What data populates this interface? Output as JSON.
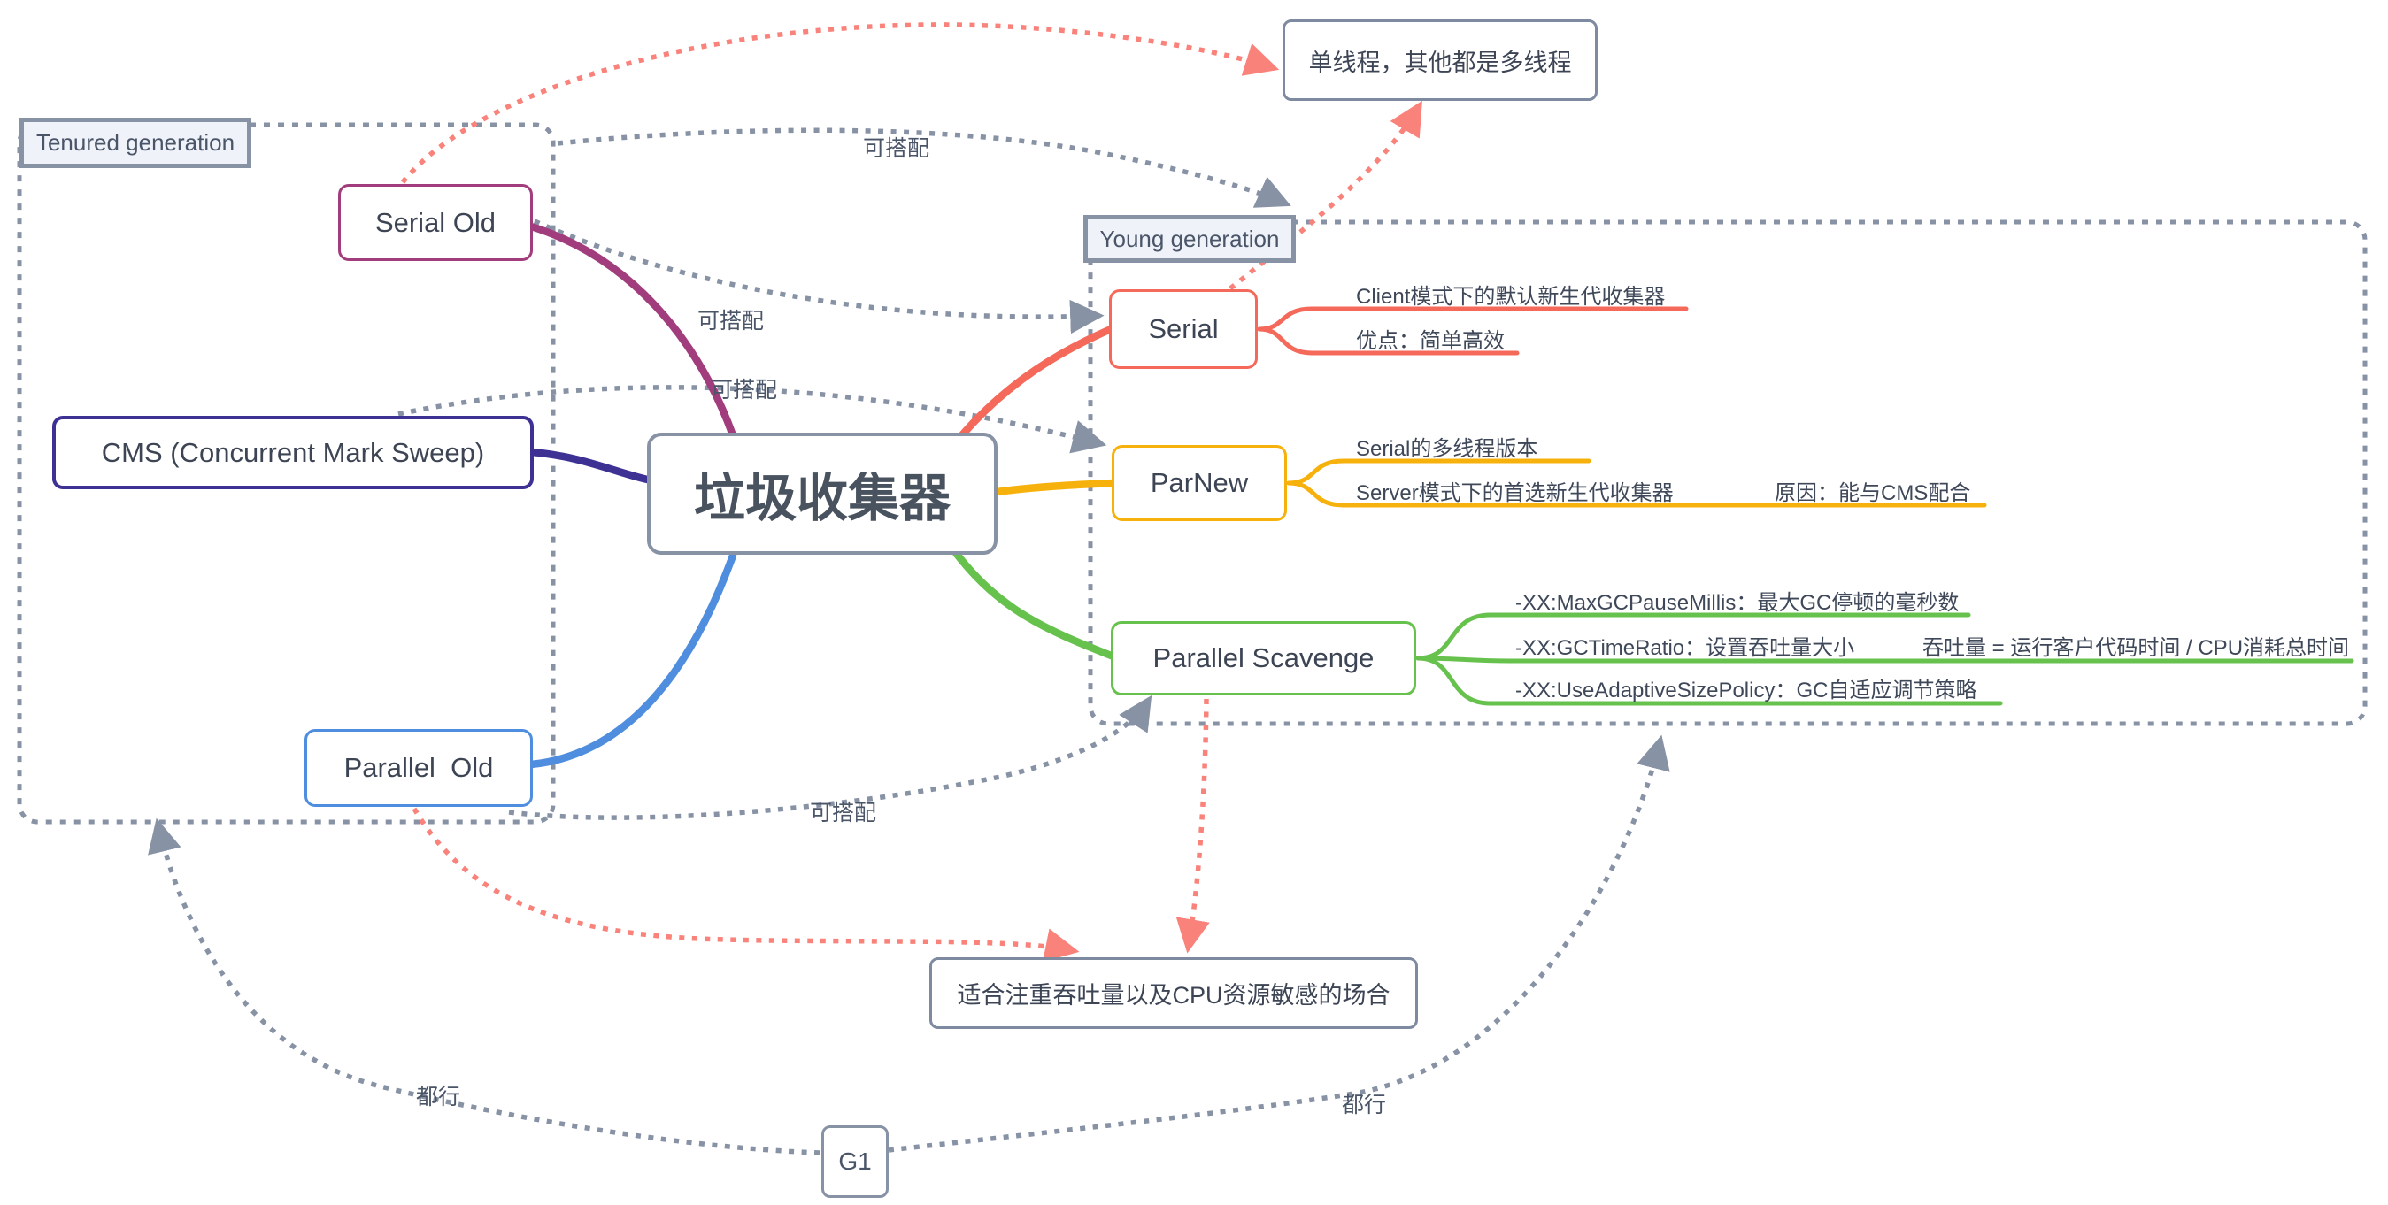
{
  "root_label": "垃圾收集器",
  "groups": {
    "tenured": "Tenured generation",
    "young": "Young generation"
  },
  "collectors": {
    "serial_old": "Serial Old",
    "cms": "CMS (Concurrent Mark Sweep)",
    "parallel_old": "Parallel  Old",
    "serial": "Serial",
    "parnew": "ParNew",
    "parallel_scavenge": "Parallel Scavenge",
    "g1": "G1"
  },
  "notes": {
    "single_thread": "单线程，其他都是多线程",
    "throughput": "适合注重吞吐量以及CPU资源敏感的场合"
  },
  "annotations": {
    "serial": [
      "Client模式下的默认新生代收集器",
      "优点：简单高效"
    ],
    "parnew": [
      "Serial的多线程版本",
      "Server模式下的首选新生代收集器",
      "原因：能与CMS配合"
    ],
    "parallel_scavenge": [
      "-XX:MaxGCPauseMillis：最大GC停顿的毫秒数",
      "-XX:GCTimeRatio：设置吞吐量大小",
      "吞吐量 = 运行客户代码时间 / CPU消耗总时间",
      "-XX:UseAdaptiveSizePolicy：GC自适应调节策略"
    ]
  },
  "edge_labels": {
    "compatible": "可搭配",
    "either": "都行"
  },
  "colors": {
    "serial_old": "#a23d7d",
    "cms": "#3e3194",
    "parallel_old": "#4f8ede",
    "serial": "#f4695a",
    "parnew": "#f7b10c",
    "parallel_scavenge": "#67c24d",
    "group_gray": "#8792a5",
    "relation_red": "#f9827b"
  }
}
